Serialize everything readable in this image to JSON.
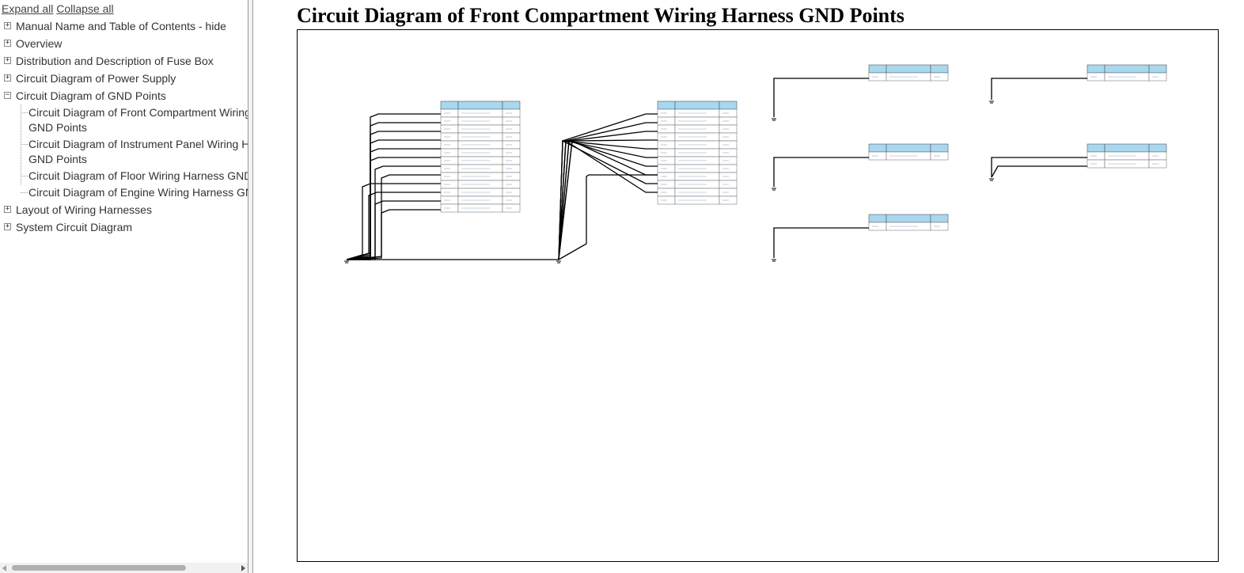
{
  "toc": {
    "expand_all": "Expand all",
    "collapse_all": "Collapse all",
    "items": [
      {
        "label": "Manual Name and Table of Contents - hide",
        "state": "collapsed"
      },
      {
        "label": "Overview",
        "state": "collapsed"
      },
      {
        "label": "Distribution and Description of Fuse Box",
        "state": "collapsed"
      },
      {
        "label": "Circuit Diagram of Power Supply",
        "state": "collapsed"
      },
      {
        "label": "Circuit Diagram of GND Points",
        "state": "expanded"
      },
      {
        "label": "Layout of Wiring Harnesses",
        "state": "collapsed"
      },
      {
        "label": "System Circuit Diagram",
        "state": "collapsed"
      }
    ],
    "children": [
      {
        "line1": "Circuit Diagram of Front Compartment Wiring Harness",
        "line2": "GND Points"
      },
      {
        "line1": "Circuit Diagram of Instrument Panel Wiring Harness",
        "line2": "GND Points"
      },
      {
        "line1": "Circuit Diagram of Floor Wiring Harness GND Points",
        "line2": ""
      },
      {
        "line1": "Circuit Diagram of Engine Wiring Harness GND Points",
        "line2": ""
      }
    ]
  },
  "page": {
    "title": "Circuit Diagram of Front Compartment Wiring Harness GND Points"
  },
  "colors": {
    "table_header": "#a8d8f0",
    "wire": "#000000",
    "cell_text": "#3a6ea5"
  }
}
